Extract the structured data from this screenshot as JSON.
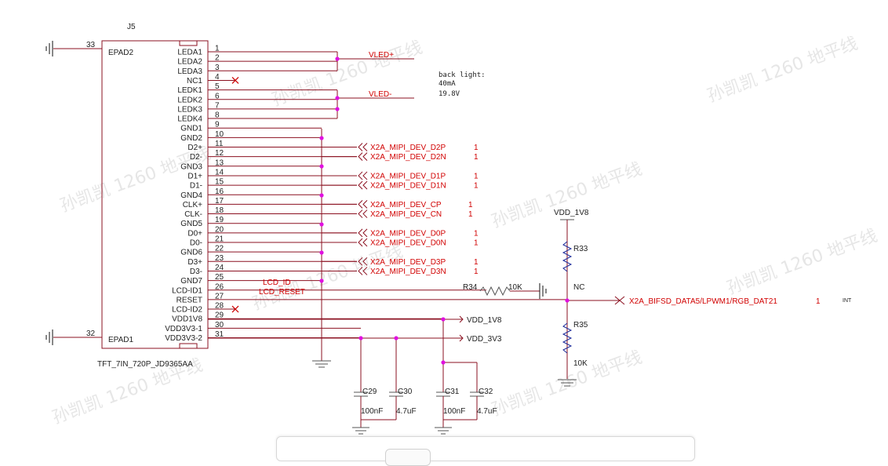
{
  "component": {
    "ref": "J5",
    "part": "TFT_7IN_720P_JD9365AA",
    "left_pins": [
      {
        "num": "33",
        "name": "EPAD2"
      },
      {
        "num": "32",
        "name": "EPAD1"
      }
    ],
    "right_pins": [
      {
        "num": "1",
        "name": "LEDA1"
      },
      {
        "num": "2",
        "name": "LEDA2"
      },
      {
        "num": "3",
        "name": "LEDA3"
      },
      {
        "num": "4",
        "name": "NC1"
      },
      {
        "num": "5",
        "name": "LEDK1"
      },
      {
        "num": "6",
        "name": "LEDK2"
      },
      {
        "num": "7",
        "name": "LEDK3"
      },
      {
        "num": "8",
        "name": "LEDK4"
      },
      {
        "num": "9",
        "name": "GND1"
      },
      {
        "num": "10",
        "name": "GND2"
      },
      {
        "num": "11",
        "name": "D2+"
      },
      {
        "num": "12",
        "name": "D2-"
      },
      {
        "num": "13",
        "name": "GND3"
      },
      {
        "num": "14",
        "name": "D1+"
      },
      {
        "num": "15",
        "name": "D1-"
      },
      {
        "num": "16",
        "name": "GND4"
      },
      {
        "num": "17",
        "name": "CLK+"
      },
      {
        "num": "18",
        "name": "CLK-"
      },
      {
        "num": "19",
        "name": "GND5"
      },
      {
        "num": "20",
        "name": "D0+"
      },
      {
        "num": "21",
        "name": "D0-"
      },
      {
        "num": "22",
        "name": "GND6"
      },
      {
        "num": "23",
        "name": "D3+"
      },
      {
        "num": "24",
        "name": "D3-"
      },
      {
        "num": "25",
        "name": "GND7"
      },
      {
        "num": "26",
        "name": "LCD-ID1"
      },
      {
        "num": "27",
        "name": "RESET"
      },
      {
        "num": "28",
        "name": "LCD-ID2"
      },
      {
        "num": "29",
        "name": "VDD1V8"
      },
      {
        "num": "30",
        "name": "VDD3V3-1"
      },
      {
        "num": "31",
        "name": "VDD3V3-2"
      }
    ]
  },
  "nets": {
    "vled_plus": "VLED+",
    "vled_minus": "VLED-",
    "lcd_id": "LCD_ID",
    "lcd_reset": "LCD_RESET",
    "vdd_1v8": "VDD_1V8",
    "vdd_3v3": "VDD_3V3",
    "vdd_1v8_top": "VDD_1V8"
  },
  "mipi_ports": [
    {
      "name": "X2A_MIPI_DEV_D2P",
      "sheet": "1"
    },
    {
      "name": "X2A_MIPI_DEV_D2N",
      "sheet": "1"
    },
    {
      "name": "X2A_MIPI_DEV_D1P",
      "sheet": "1"
    },
    {
      "name": "X2A_MIPI_DEV_D1N",
      "sheet": "1"
    },
    {
      "name": "X2A_MIPI_DEV_CP",
      "sheet": "1"
    },
    {
      "name": "X2A_MIPI_DEV_CN",
      "sheet": "1"
    },
    {
      "name": "X2A_MIPI_DEV_D0P",
      "sheet": "1"
    },
    {
      "name": "X2A_MIPI_DEV_D0N",
      "sheet": "1"
    },
    {
      "name": "X2A_MIPI_DEV_D3P",
      "sheet": "1"
    },
    {
      "name": "X2A_MIPI_DEV_D3N",
      "sheet": "1"
    }
  ],
  "backlight_note": [
    "back light:",
    "40mA",
    "19.8V"
  ],
  "resistors": {
    "r34": {
      "ref": "R34",
      "value": "10K"
    },
    "r33": {
      "ref": "R33",
      "value": "NC"
    },
    "r35": {
      "ref": "R35",
      "value": "10K"
    }
  },
  "bifsd_port": {
    "name": "X2A_BIFSD_DATA5/LPWM1/RGB_DAT21",
    "sheet": "1",
    "tag": "INT"
  },
  "capacitors": [
    {
      "ref": "C29",
      "value": "100nF"
    },
    {
      "ref": "C30",
      "value": "4.7uF"
    },
    {
      "ref": "C31",
      "value": "100nF"
    },
    {
      "ref": "C32",
      "value": "4.7uF"
    }
  ],
  "watermark": "孙凯凯 1260 地平线",
  "colors": {
    "wire": "#8b1020",
    "net_label": "#d10000",
    "junction": "#e010e0"
  }
}
